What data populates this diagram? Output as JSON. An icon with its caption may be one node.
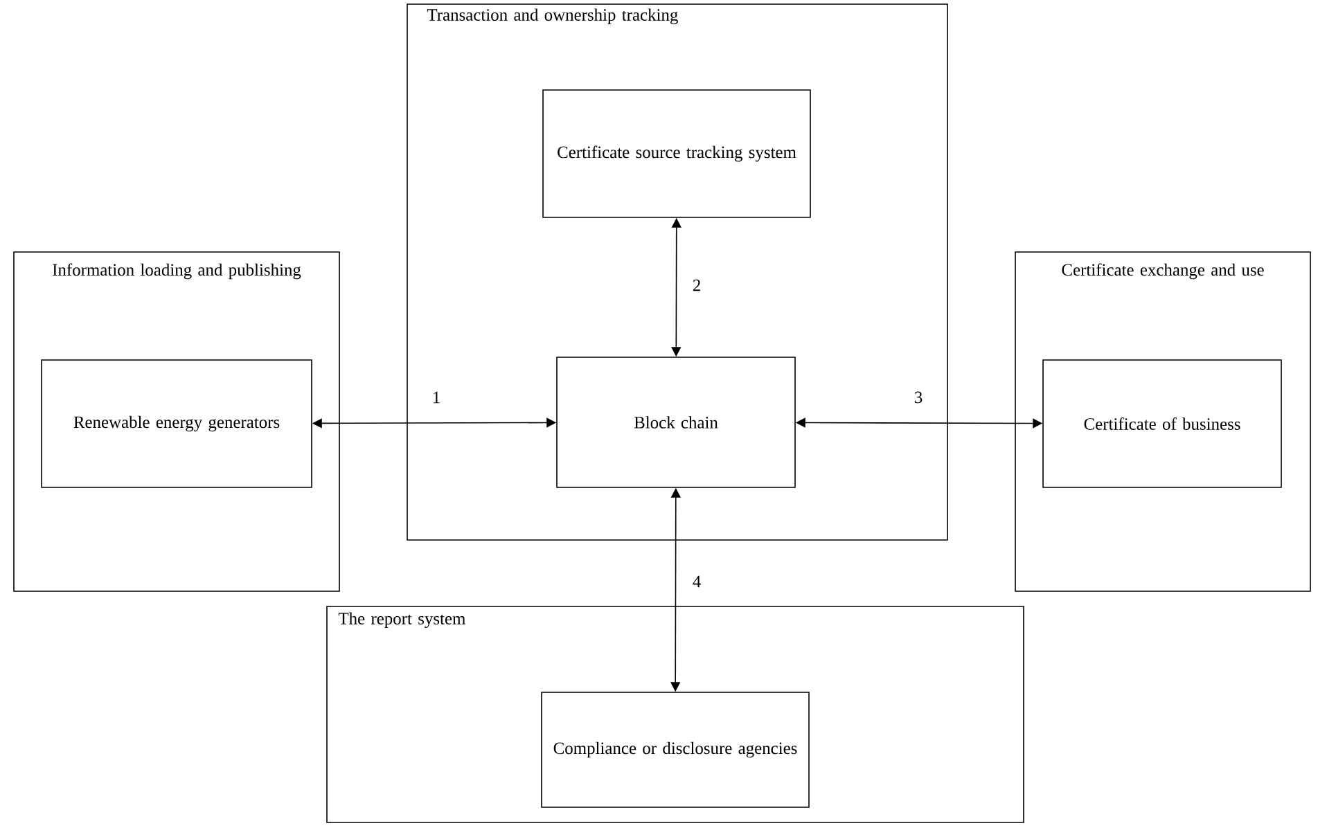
{
  "diagram": {
    "nodes": [
      {
        "text": [
          "Information loading and publishing"
        ]
      },
      {
        "text": [
          "Renewable energy generators"
        ],
        "in": 0
      },
      {
        "text": [
          "Transaction and ownership tracking"
        ]
      },
      {
        "text": [
          "Certificate source tracking system"
        ],
        "in": 2
      },
      {
        "text": [
          "Block chain"
        ],
        "in": 2
      },
      {
        "text": [
          "Certificate exchange and use"
        ]
      },
      {
        "text": [
          "Certificate of business"
        ],
        "in": 5
      },
      {
        "text": [
          "The report system"
        ]
      },
      {
        "text": [
          "Compliance or disclosure agencies"
        ],
        "in": 7
      }
    ],
    "edges": [
      {
        "from": 1,
        "to": 4,
        "arrow": "both",
        "label": "1"
      },
      {
        "from": 3,
        "to": 4,
        "arrow": "both",
        "label": "2"
      },
      {
        "from": 4,
        "to": 6,
        "arrow": "both",
        "label": "3"
      },
      {
        "from": 4,
        "to": 8,
        "arrow": "both",
        "label": "4"
      }
    ]
  }
}
